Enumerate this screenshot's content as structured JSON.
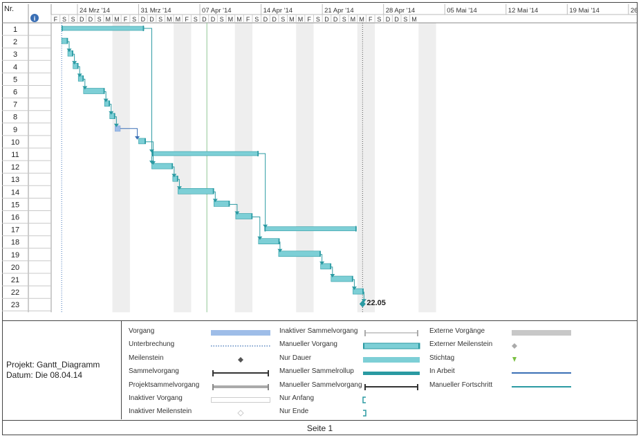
{
  "header": {
    "nr_label": "Nr.",
    "info_icon": "info-icon",
    "weeks": [
      "24 Mrz '14",
      "31 Mrz '14",
      "07 Apr '14",
      "14 Apr '14",
      "21 Apr '14",
      "28 Apr '14",
      "05 Mai '14",
      "12 Mai '14",
      "19 Mai '14",
      "26"
    ],
    "days": [
      "F",
      "S",
      "S",
      "D",
      "D",
      "S",
      "M",
      "M",
      "F",
      "S",
      "D",
      "D",
      "S",
      "M",
      "M",
      "F",
      "S",
      "D",
      "D",
      "S",
      "M",
      "M",
      "F",
      "S",
      "D",
      "D",
      "S",
      "M",
      "M",
      "F",
      "S",
      "D",
      "D",
      "S",
      "M",
      "M",
      "F",
      "S",
      "D",
      "D",
      "S",
      "M"
    ]
  },
  "rows": [
    "1",
    "2",
    "3",
    "4",
    "5",
    "6",
    "7",
    "8",
    "9",
    "10",
    "11",
    "12",
    "13",
    "14",
    "15",
    "16",
    "17",
    "18",
    "19",
    "20",
    "21",
    "22",
    "23"
  ],
  "tasks": [
    {
      "row": 1,
      "start": 1.2,
      "end": 10.6,
      "kind": "summary"
    },
    {
      "row": 2,
      "start": 1.2,
      "end": 1.9,
      "kind": "task"
    },
    {
      "row": 3,
      "start": 1.9,
      "end": 2.5,
      "kind": "task"
    },
    {
      "row": 4,
      "start": 2.5,
      "end": 3.1,
      "kind": "task"
    },
    {
      "row": 5,
      "start": 3.1,
      "end": 3.7,
      "kind": "task"
    },
    {
      "row": 6,
      "start": 3.7,
      "end": 6.1,
      "kind": "task"
    },
    {
      "row": 7,
      "start": 6.1,
      "end": 6.7,
      "kind": "task"
    },
    {
      "row": 8,
      "start": 6.7,
      "end": 7.3,
      "kind": "task"
    },
    {
      "row": 9,
      "start": 7.3,
      "end": 7.9,
      "kind": "inactive"
    },
    {
      "row": 10,
      "start": 10.0,
      "end": 10.8,
      "kind": "task"
    },
    {
      "row": 11,
      "start": 11.5,
      "end": 23.7,
      "kind": "summary"
    },
    {
      "row": 12,
      "start": 11.5,
      "end": 13.9,
      "kind": "task"
    },
    {
      "row": 13,
      "start": 13.9,
      "end": 14.5,
      "kind": "task"
    },
    {
      "row": 14,
      "start": 14.5,
      "end": 18.6,
      "kind": "task"
    },
    {
      "row": 15,
      "start": 18.6,
      "end": 20.4,
      "kind": "task"
    },
    {
      "row": 16,
      "start": 21.1,
      "end": 23.0,
      "kind": "task"
    },
    {
      "row": 17,
      "start": 24.4,
      "end": 34.9,
      "kind": "summary"
    },
    {
      "row": 18,
      "start": 23.7,
      "end": 26.1,
      "kind": "task"
    },
    {
      "row": 19,
      "start": 26.0,
      "end": 30.8,
      "kind": "task"
    },
    {
      "row": 20,
      "start": 30.8,
      "end": 32.0,
      "kind": "task"
    },
    {
      "row": 21,
      "start": 32.0,
      "end": 34.5,
      "kind": "task"
    },
    {
      "row": 22,
      "start": 34.5,
      "end": 35.7,
      "kind": "task"
    },
    {
      "row": 23,
      "start": 35.6,
      "end": 35.6,
      "kind": "milestone",
      "label": "22.05"
    }
  ],
  "colors": {
    "task": "#7dcfd6",
    "task_edge": "#2a9aa2",
    "inactive": "#9ebde8",
    "link": "#2a9aa2",
    "weekend_shade": "#eeeeee",
    "status_line": "#8fc493"
  },
  "project": {
    "name_line": "Projekt: Gantt_Diagramm",
    "date_line": "Datum: Die 08.04.14"
  },
  "legend": {
    "col1": [
      "Vorgang",
      "Unterbrechung",
      "Meilenstein",
      "Sammelvorgang",
      "Projektsammelvorgang",
      "Inaktiver Vorgang",
      "Inaktiver Meilenstein"
    ],
    "col2": [
      "Inaktiver Sammelvorgang",
      "Manueller Vorgang",
      "Nur Dauer",
      "Manueller Sammelrollup",
      "Manueller Sammelvorgang",
      "Nur Anfang",
      "Nur Ende"
    ],
    "col3": [
      "Externe Vorgänge",
      "Externer Meilenstein",
      "Stichtag",
      "In Arbeit",
      "Manueller Fortschritt"
    ]
  },
  "footer": {
    "page_label": "Seite 1"
  }
}
